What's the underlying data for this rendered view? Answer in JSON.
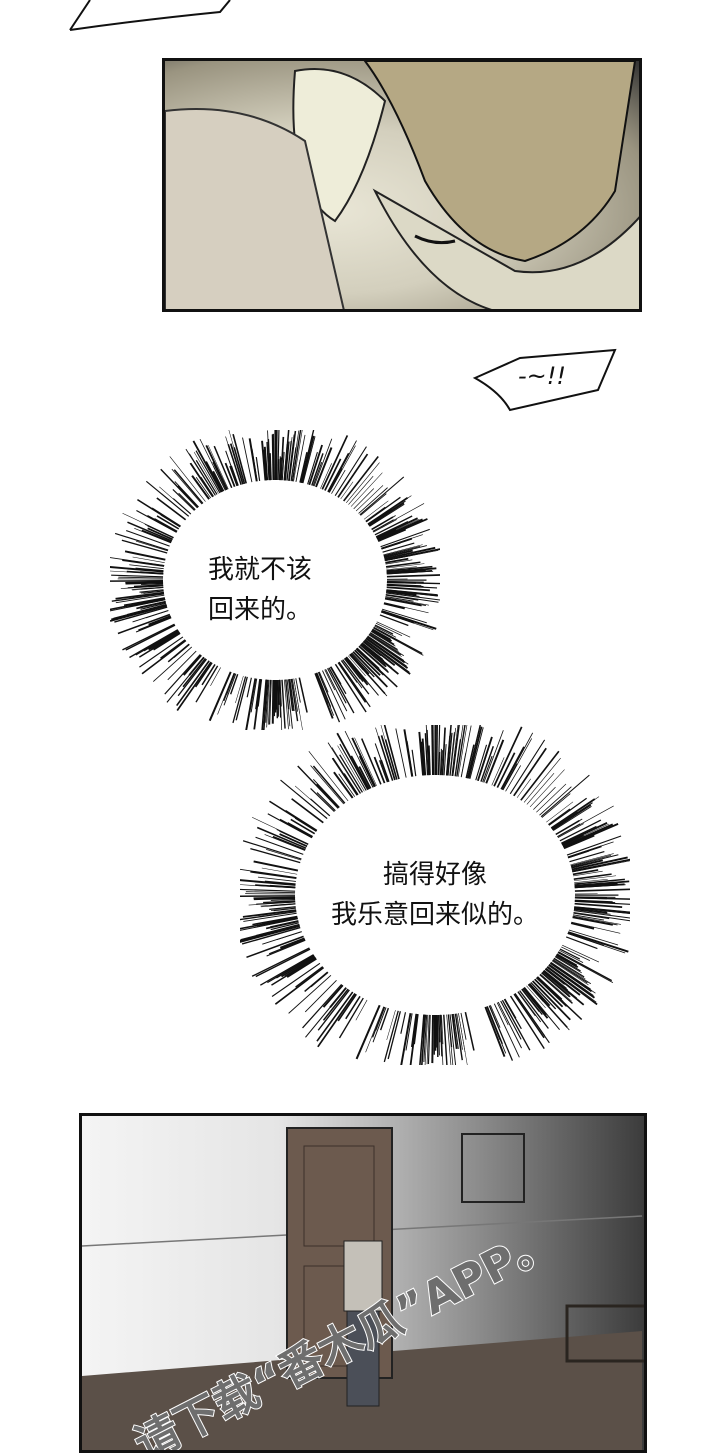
{
  "panels": [
    {
      "description_free": true
    },
    {
      "sfx": "-~!!"
    },
    {
      "bubble_1": [
        "我就不该",
        "回来的。"
      ]
    },
    {
      "bubble_2": [
        "搞得好像",
        "我乐意回来似的。"
      ]
    }
  ],
  "sfx_text": "-~!!",
  "bubble1": {
    "line1": "我就不该",
    "line2": "回来的。"
  },
  "bubble2": {
    "line1": "搞得好像",
    "line2": "我乐意回来似的。"
  },
  "watermark": "请下载“番木瓜”APP。"
}
